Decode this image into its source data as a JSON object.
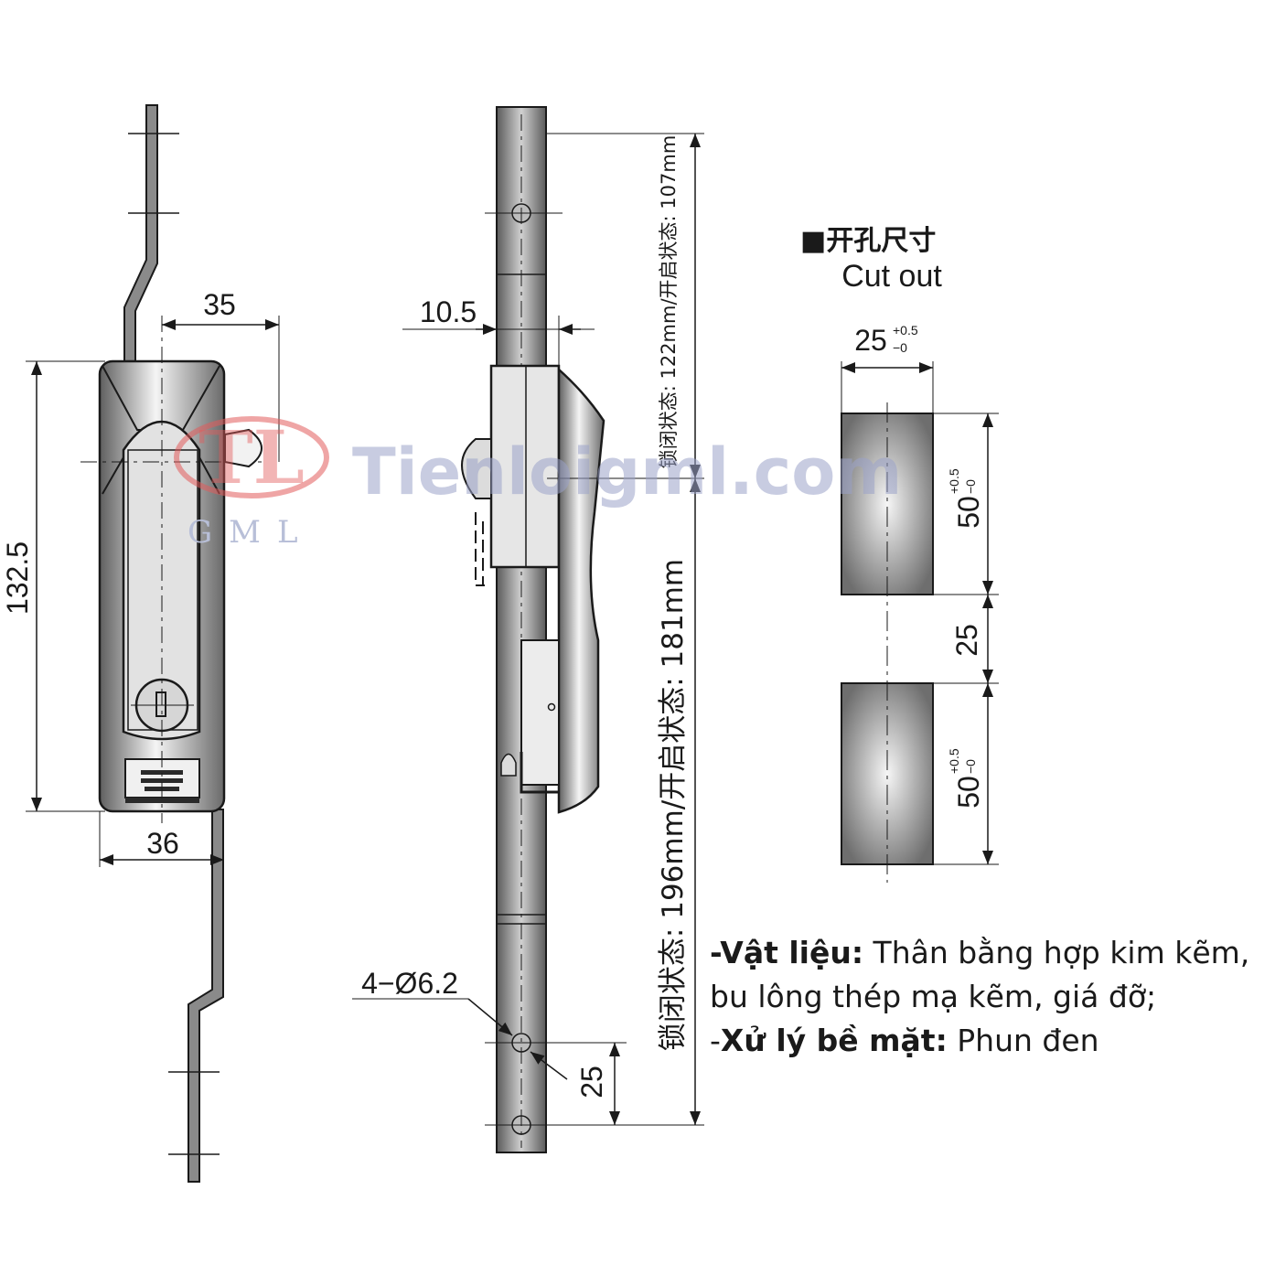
{
  "dimensions": {
    "width_35": "35",
    "height_132_5": "132.5",
    "width_36": "36",
    "offset_10_5": "10.5",
    "holes": "4−Ø6.2",
    "hole_pitch": "25",
    "top_label": "锁闭状态: 122mm/开启状态: 107mm",
    "bottom_label": "锁闭状态: 196mm/开启状态: 181mm"
  },
  "cutout": {
    "title_cn": "■开孔尺寸",
    "title_en": "Cut out",
    "width": "25",
    "width_tol_upper": "+0.5",
    "width_tol_lower": "−0",
    "height_top": "50",
    "height_bottom": "50",
    "height_tol_upper": "+0.5",
    "height_tol_lower": "−0",
    "gap": "25"
  },
  "watermark": {
    "logo_letters": "TL",
    "site": "Tienloigml.com",
    "brand": "GML"
  },
  "description": {
    "material_label": "-Vật liệu:",
    "material_text": " Thân bằng hợp kim kẽm,",
    "material_text2": "bu lông thép mạ kẽm, giá đỡ;",
    "surface_prefix": "-",
    "surface_label": "Xử lý bề mặt:",
    "surface_text": " Phun đen"
  },
  "colors": {
    "line": "#1a1a1a",
    "metal_light": "#f2f2f2",
    "metal_dark": "#6f6f6f",
    "watermark_red": "#e25b5b",
    "watermark_blue": "#9aa3c8"
  }
}
